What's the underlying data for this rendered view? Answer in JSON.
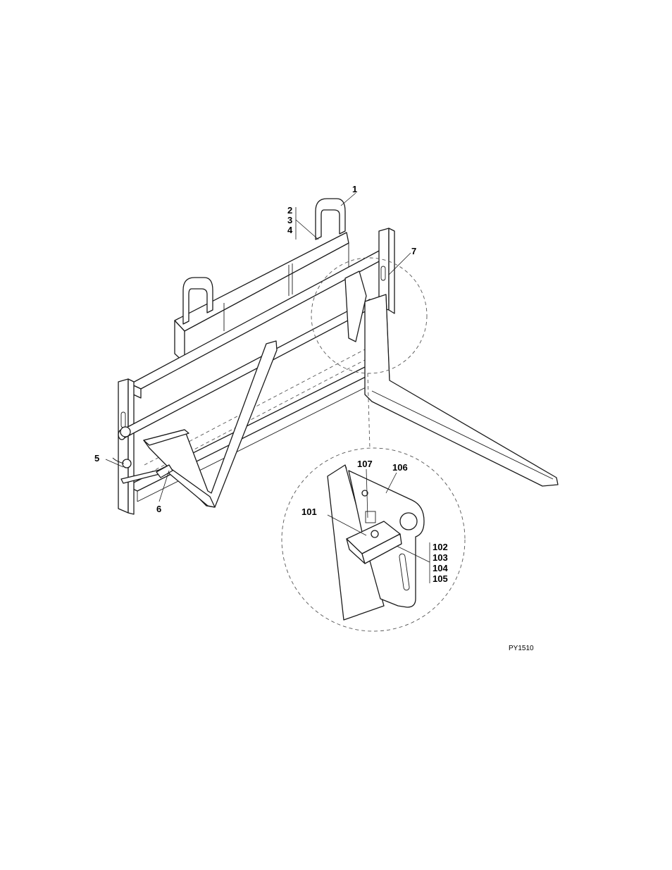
{
  "callouts": {
    "c1": "1",
    "c2": "2",
    "c3": "3",
    "c4": "4",
    "c5": "5",
    "c6": "6",
    "c7": "7",
    "c101": "101",
    "c102": "102",
    "c103": "103",
    "c104": "104",
    "c105": "105",
    "c106": "106",
    "c107": "107"
  },
  "figure_code": "PY1510"
}
